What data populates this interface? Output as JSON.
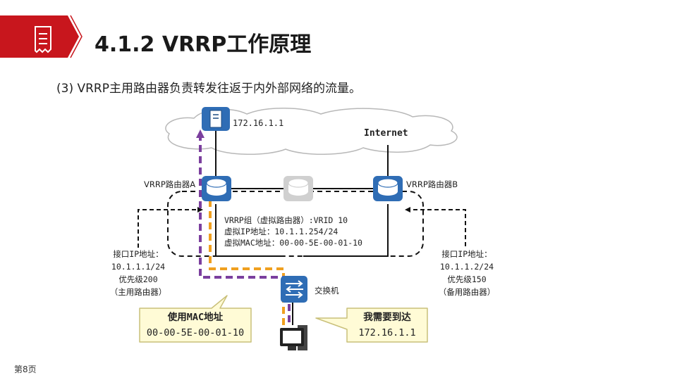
{
  "header": {
    "title": "4.1.2 VRRP工作原理",
    "subtitle": "(3) VRRP主用路由器负责转发往返于内外部网络的流量。",
    "accent_color": "#c8161d"
  },
  "diagram": {
    "server_ip": "172.16.1.1",
    "internet_label": "Internet",
    "router_a_label": "VRRP路由器A",
    "router_b_label": "VRRP路由器B",
    "vrrp_group": [
      "VRRP组（虚拟路由器）:VRID 10",
      "虚拟IP地址：10.1.1.254/24",
      "虚拟MAC地址：00-00-5E-00-01-10"
    ],
    "router_a_info": [
      "接口IP地址：",
      "10.1.1.1/24",
      "优先级200",
      "（主用路由器）"
    ],
    "router_b_info": [
      "接口IP地址：",
      "10.1.1.2/24",
      "优先级150",
      "（备用路由器）"
    ],
    "switch_label": "交换机",
    "callout_left": [
      "使用MAC地址",
      "00-00-5E-00-01-10"
    ],
    "callout_right": [
      "我需要到达",
      "172.16.1.1"
    ],
    "colors": {
      "path_orange": "#f0a020",
      "path_purple": "#7b3f9e",
      "device_blue": "#2f6db5",
      "callout_fill": "#fffbd6",
      "callout_stroke": "#c9c07a"
    }
  },
  "footer": {
    "page": "第8页"
  }
}
